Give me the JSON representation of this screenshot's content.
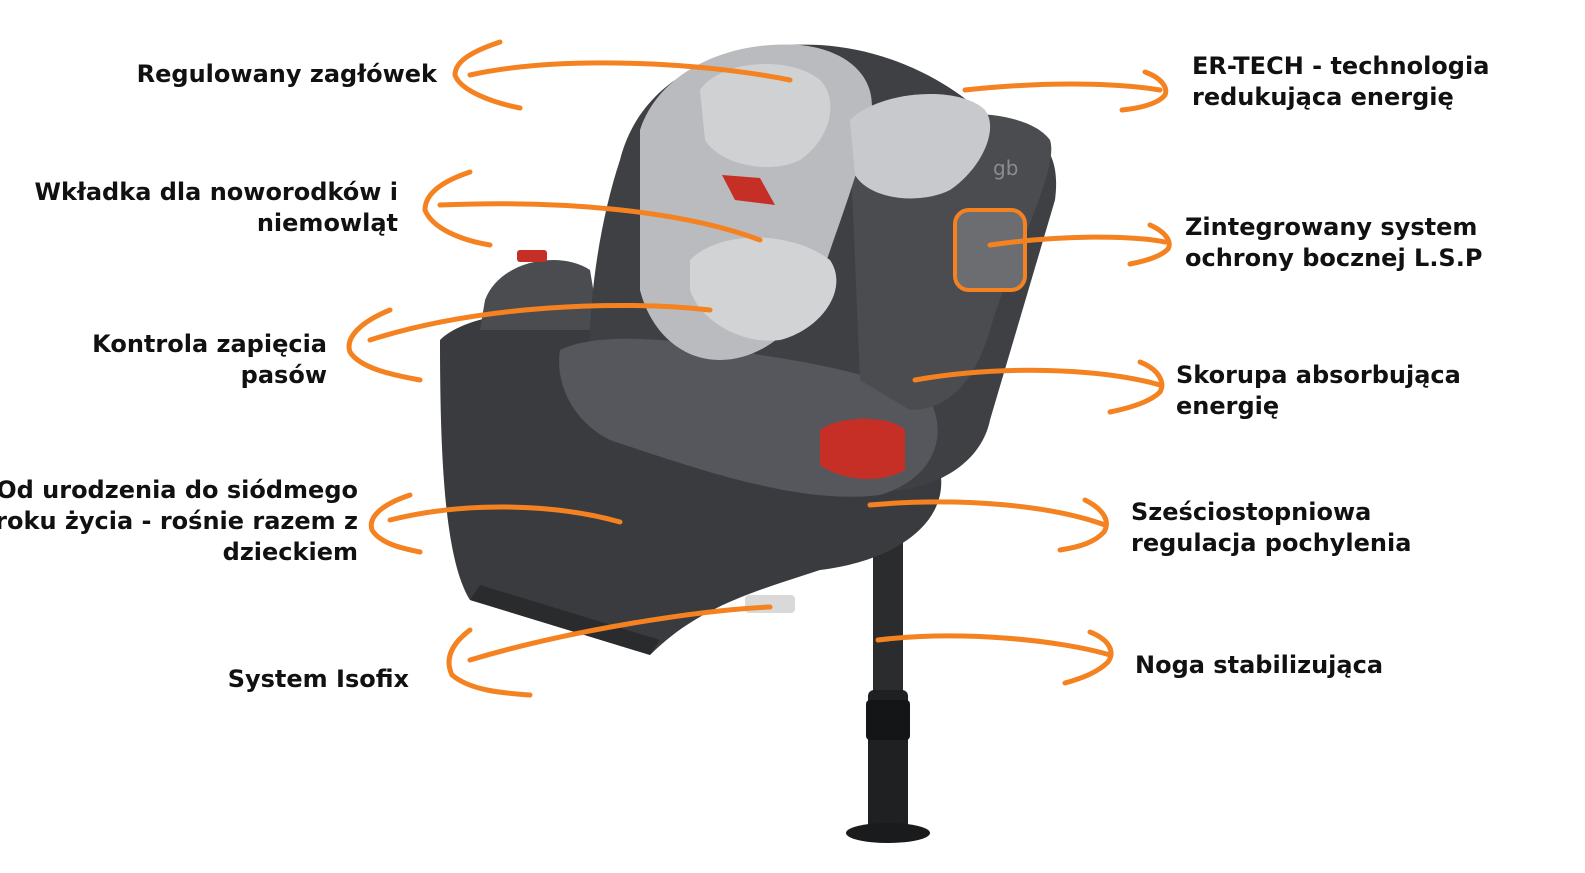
{
  "accent_color": "#f58220",
  "seat_colors": {
    "shell": "#3a3b3e",
    "shell_light": "#55575c",
    "fabric": "#b9bbbe",
    "fabric_light": "#cfd1d3",
    "accent_red": "#c62f26",
    "leg": "#2b2c2e"
  },
  "product_image": {
    "icon": "child-car-seat-illustration",
    "brand_mark": "gb"
  },
  "callouts_left": [
    {
      "lines": [
        "Regulowany zagłówek"
      ]
    },
    {
      "lines": [
        "Wkładka dla noworodków i",
        "niemowląt"
      ]
    },
    {
      "lines": [
        "Kontrola zapięcia",
        "pasów"
      ]
    },
    {
      "lines": [
        "Od urodzenia do siódmego",
        "roku życia - rośnie razem z",
        "dzieckiem"
      ]
    },
    {
      "lines": [
        "System Isofix"
      ]
    }
  ],
  "callouts_right": [
    {
      "lines": [
        "ER-TECH - technologia",
        "redukująca energię"
      ]
    },
    {
      "lines": [
        "Zintegrowany system",
        "ochrony bocznej L.S.P"
      ]
    },
    {
      "lines": [
        "Skorupa absorbująca",
        "energię"
      ]
    },
    {
      "lines": [
        "Sześciostopniowa",
        "regulacja pochylenia"
      ]
    },
    {
      "lines": [
        "Noga stabilizująca"
      ]
    }
  ]
}
